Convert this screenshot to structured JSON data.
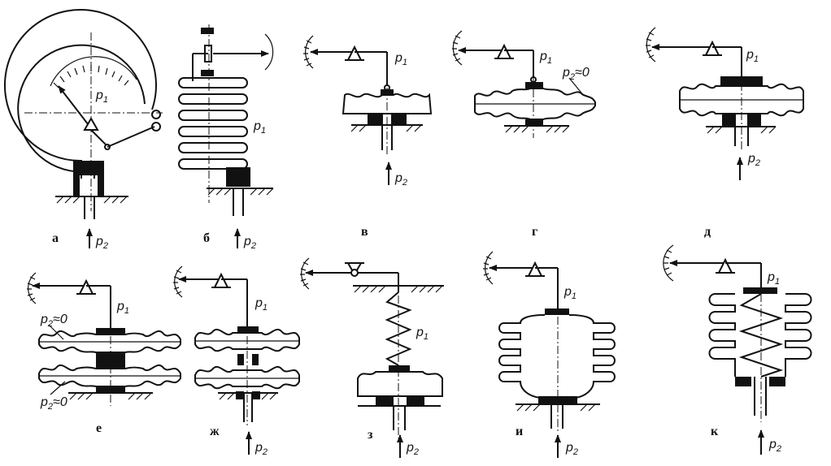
{
  "diagram": {
    "panels": [
      {
        "id": "a",
        "caption": "а",
        "labels": [
          "p1",
          "p2"
        ]
      },
      {
        "id": "b",
        "caption": "б",
        "labels": [
          "p1",
          "p2"
        ]
      },
      {
        "id": "v",
        "caption": "в",
        "labels": [
          "p1",
          "p2"
        ]
      },
      {
        "id": "g",
        "caption": "г",
        "labels": [
          "p1",
          "p2≈0"
        ]
      },
      {
        "id": "d",
        "caption": "д",
        "labels": [
          "p1",
          "p2"
        ]
      },
      {
        "id": "e",
        "caption": "е",
        "labels": [
          "p1",
          "p2≈0",
          "p2≈0"
        ]
      },
      {
        "id": "zh",
        "caption": "ж",
        "labels": [
          "p1",
          "p2"
        ]
      },
      {
        "id": "z",
        "caption": "з",
        "labels": [
          "p1",
          "p2"
        ]
      },
      {
        "id": "i",
        "caption": "и",
        "labels": [
          "p1",
          "p2"
        ]
      },
      {
        "id": "k",
        "caption": "к",
        "labels": [
          "p1",
          "p2"
        ]
      }
    ]
  }
}
